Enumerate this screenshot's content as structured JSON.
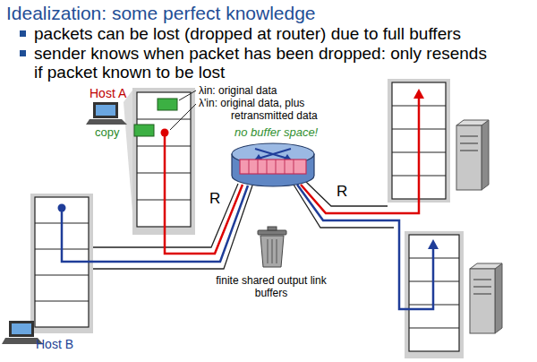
{
  "diagram": {
    "title": "Idealization: some perfect knowledge",
    "labels": [
      "packets can be lost (dropped at router) due to full buffers",
      "sender knows when packet has been dropped: only resends if packet known to be lost",
      "Host A",
      "copy",
      "λin: original data",
      "λ'in: original data, plus retransmitted data",
      "no buffer space!",
      "R",
      "R",
      "finite shared output link buffers",
      "Host B"
    ]
  }
}
